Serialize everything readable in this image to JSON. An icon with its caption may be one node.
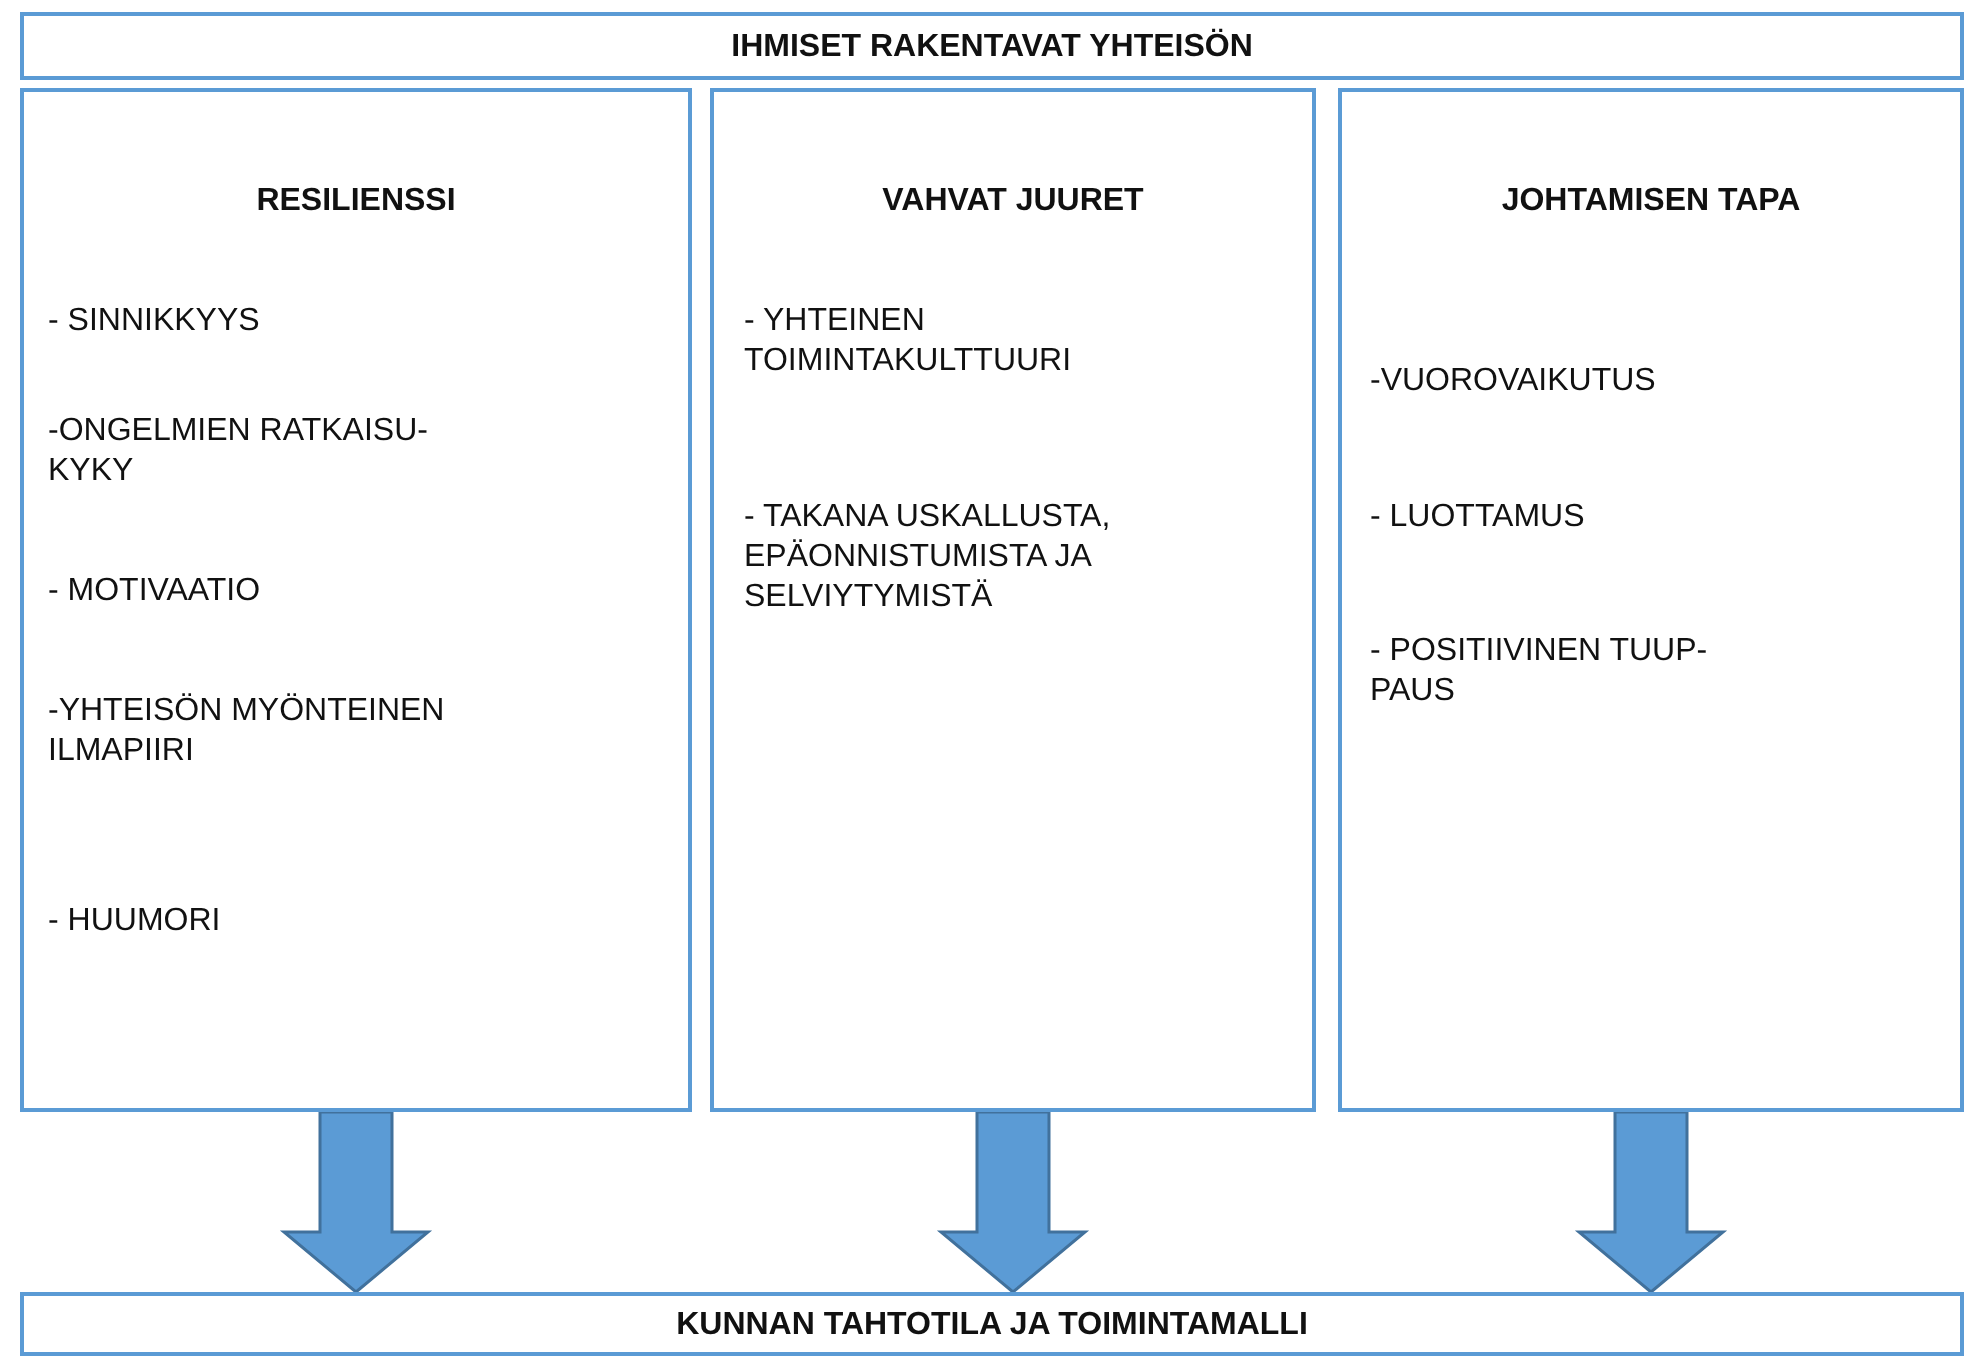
{
  "diagram": {
    "nodes": [
      {
        "text": [
          "IHMISET RAKENTAVAT YHTEISÖN"
        ]
      },
      {
        "text": [
          "RESILIENSSI",
          "- SINNIKKYYS",
          "-ONGELMIEN RATKAISU- KYKY",
          "- MOTIVAATIO",
          "-YHTEISÖN MYÖNTEINEN ILMAPIIRI",
          "- HUUMORI"
        ]
      },
      {
        "text": [
          "VAHVAT JUURET",
          "- YHTEINEN TOIMINTAKULTTUURI",
          "- TAKANA USKALLUSTA, EPÄONNISTUMISTA JA SELVIYTYMISTÄ"
        ]
      },
      {
        "text": [
          "JOHTAMISEN TAPA",
          "-VUOROVAIKUTUS",
          "- LUOTTAMUS",
          "- POSITIIVINEN TUUP- PAUS"
        ]
      },
      {
        "text": [
          "KUNNAN TAHTOTILA JA TOIMINTAMALLI"
        ]
      }
    ],
    "edges": [
      {
        "from": 1,
        "to": 4,
        "arrow": "to"
      },
      {
        "from": 2,
        "to": 4,
        "arrow": "to"
      },
      {
        "from": 3,
        "to": 4,
        "arrow": "to"
      }
    ]
  }
}
